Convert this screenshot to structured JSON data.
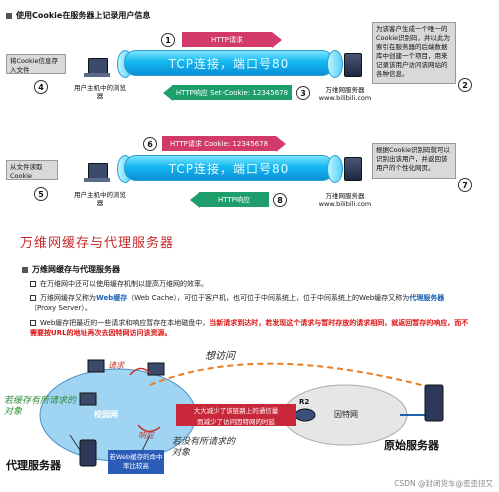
{
  "section1": {
    "title": "使用Cookie在服务器上记录用户信息",
    "steps": {
      "s1": "1",
      "s2": "2",
      "s3": "3",
      "s4": "4",
      "s5": "5",
      "s6": "6",
      "s7": "7",
      "s8": "8"
    },
    "row1": {
      "request": "HTTP请求",
      "tube": "TCP连接，端口号80",
      "response": "HTTP响应 Set-Cookie: 12345678",
      "left_note": "将Cookie信息存入文件",
      "client_caption": "用户主机中的浏览器",
      "server_caption": "万维网服务器 www.bilibili.com",
      "right_note": "为该客户生成一个唯一的Cookie识别码，并以此为索引在服务器的后端数据库中创建一个项目，用来记录该用户访问该网站的各种信息。"
    },
    "row2": {
      "request": "HTTP请求  Cookie: 12345678",
      "tube": "TCP连接，端口号80",
      "response": "HTTP响应",
      "left_note": "从文件读取Cookie",
      "client_caption": "用户主机中的浏览器",
      "server_caption": "万维网服务器 www.bilibili.com",
      "right_note": "根据Cookie识别码就可以识别出该用户，并返回该用户的个性化网页。"
    }
  },
  "handwritten_title": "万维网缓存与代理服务器",
  "section2": {
    "title": "万维网缓存与代理服务器",
    "bullets": [
      {
        "text": "在万维网中还可以使用缓存机制以提高万维网的效率。"
      },
      {
        "pre": "万维网缓存又称为",
        "hl1": "Web缓存",
        "mid": "（Web Cache），可位于客户机，也可位于中间系统上，位于中间系统上的Web缓存又称为",
        "hl2": "代理服务器",
        "post": "（Proxy Server）。"
      },
      {
        "pre": "Web缓存把最近的一些请求和响应暂存在本地磁盘中，",
        "hl": "当新请求到达时，若发现这个请求与暂时存放的请求相同，就返回暂存的响应，而不需要按URL的地址再次去因特网访问该资源。"
      }
    ],
    "diagram": {
      "campus_label": "校园网",
      "internet_label": "因特网",
      "router_label": "R2",
      "proxy_label": "代理服务器",
      "origin_label": "原始服务器",
      "link_box1": "大大减少了该链路上的通信量",
      "link_box2": "而减少了访问因特网的时延",
      "hit_box": "若Web缓存的命中率比较高",
      "hw_request": "请求",
      "hw_response": "响应",
      "hw_want": "想访问",
      "hw_left": "若缓存有所请求的对象",
      "hw_right": "若没有所请求的对象"
    }
  },
  "watermark": "CSDN @封闭货车@歪歪扭又"
}
